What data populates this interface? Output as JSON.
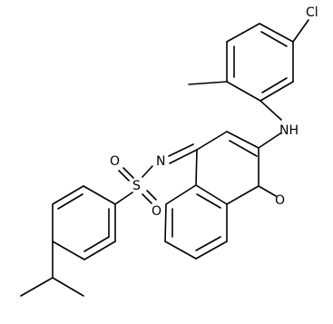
{
  "molecule": {
    "atoms": {
      "chlorine": "Cl",
      "amine": "NH",
      "imine_nitrogen": "N",
      "sulfur": "S",
      "sulfonyl_oxygen_top": "O",
      "sulfonyl_oxygen_bottom": "O",
      "ketone_oxygen": "O"
    }
  }
}
